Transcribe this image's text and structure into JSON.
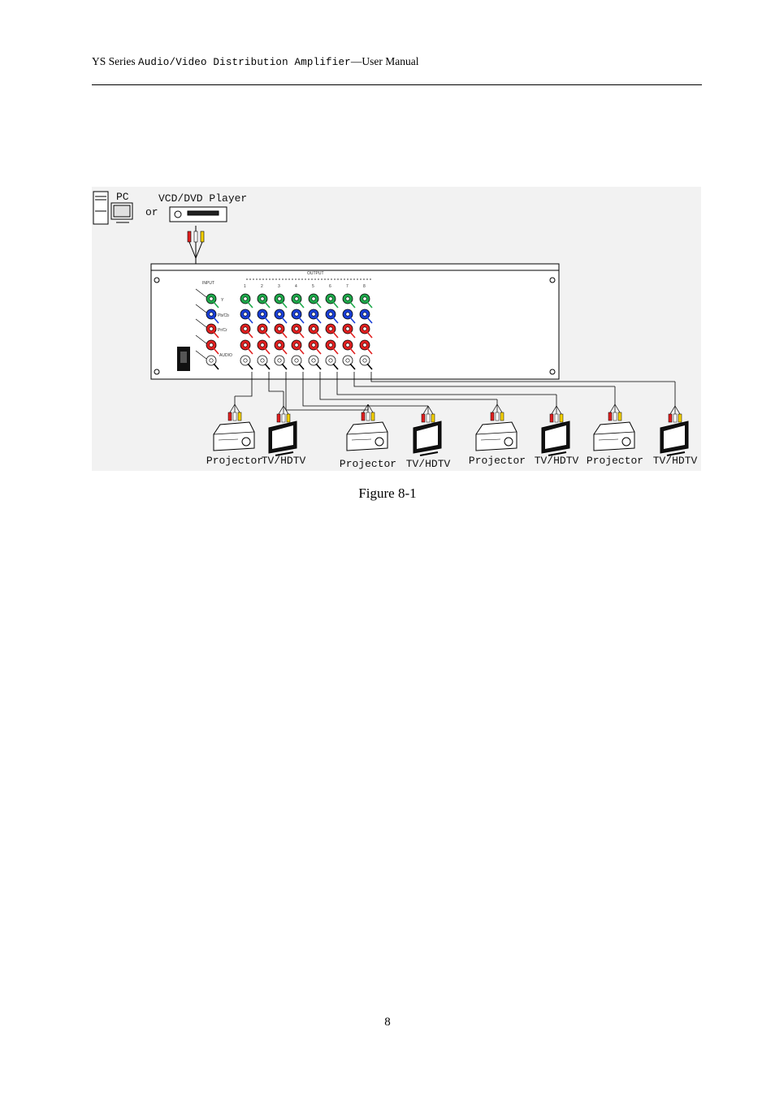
{
  "header": {
    "series": "YS Series",
    "product": "Audio/Video Distribution Amplifier",
    "dash": "—",
    "manual": "User Manual"
  },
  "figure": {
    "source_labels": {
      "pc": "PC",
      "player": "VCD/DVD Player",
      "or": "or"
    },
    "panel_labels": {
      "input": "INPUT",
      "output": "OUTPUT",
      "y": "Y",
      "pb_cb": "Pb/Cb",
      "pr_cr": "Pr/Cr",
      "audio": "AUDIO"
    },
    "output_numbers": [
      "1",
      "2",
      "3",
      "4",
      "5",
      "6",
      "7",
      "8"
    ],
    "devices": [
      {
        "label": "Projector",
        "type": "projector"
      },
      {
        "label": "TV/HDTV",
        "type": "tv"
      },
      {
        "label": "Projector",
        "type": "projector"
      },
      {
        "label": "TV/HDTV",
        "type": "tv"
      },
      {
        "label": "Projector",
        "type": "projector"
      },
      {
        "label": "TV/HDTV",
        "type": "tv"
      },
      {
        "label": "Projector",
        "type": "projector"
      },
      {
        "label": "TV/HDTV",
        "type": "tv"
      }
    ],
    "colors": {
      "y": "#1ea84a",
      "pb": "#1a3fd6",
      "pr": "#e02020",
      "audio_r": "#e02020",
      "audio_l": "#ffffff",
      "plug_yellow": "#f4d000"
    }
  },
  "caption": "Figure 8-1",
  "page_number": "8"
}
